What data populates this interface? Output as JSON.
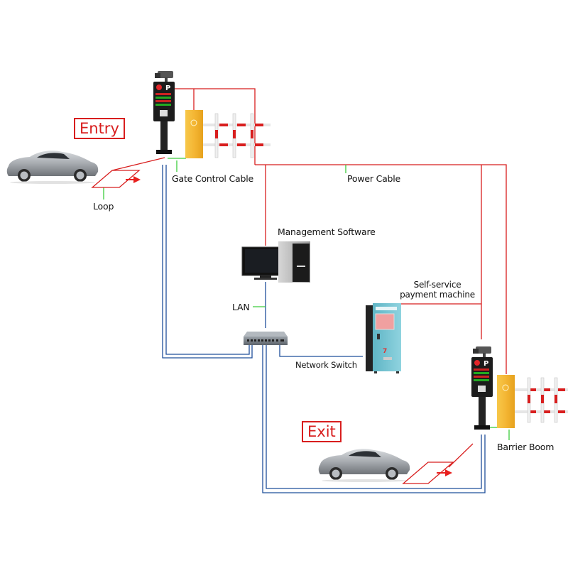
{
  "diagram": {
    "title": "Parking Lot Barrier System Wiring Diagram",
    "zones": {
      "entry": "Entry",
      "exit": "Exit"
    },
    "labels": {
      "loop": "Loop",
      "gate_control_cable": "Gate Control Cable",
      "power_cable": "Power Cable",
      "management_software": "Management Software",
      "lan": "LAN",
      "payment_machine_line1": "Self-service",
      "payment_machine_line2": "payment machine",
      "network_switch": "Network Switch",
      "barrier_boom": "Barrier Boom"
    },
    "components": [
      {
        "id": "entry-car",
        "name": "Car (entering)"
      },
      {
        "id": "entry-loop",
        "name": "Entry ground loop"
      },
      {
        "id": "entry-lpr-terminal",
        "name": "Entry LPR camera terminal"
      },
      {
        "id": "entry-barrier",
        "name": "Entry barrier gate with fence boom"
      },
      {
        "id": "management-pc",
        "name": "Management PC (monitor + tower)"
      },
      {
        "id": "network-switch",
        "name": "Network switch"
      },
      {
        "id": "payment-kiosk",
        "name": "Self-service payment kiosk"
      },
      {
        "id": "exit-lpr-terminal",
        "name": "Exit LPR camera terminal"
      },
      {
        "id": "exit-barrier",
        "name": "Exit barrier gate with fence boom"
      },
      {
        "id": "exit-car",
        "name": "Car (exiting)"
      },
      {
        "id": "exit-loop",
        "name": "Exit ground loop"
      }
    ],
    "cable_types": [
      {
        "type": "power",
        "color": "#d81e1e"
      },
      {
        "type": "network",
        "color": "#1f4f9a"
      },
      {
        "type": "leader",
        "color": "#3ccc3c"
      }
    ]
  },
  "colors": {
    "power": "#d81e1e",
    "network": "#1f4f9a",
    "leader": "#3ccc3c",
    "barrier_body": "#f2b531",
    "kiosk_body": "#7cc6d4",
    "terminal_body": "#1c1c1c",
    "car_body": "#a9adb2"
  }
}
